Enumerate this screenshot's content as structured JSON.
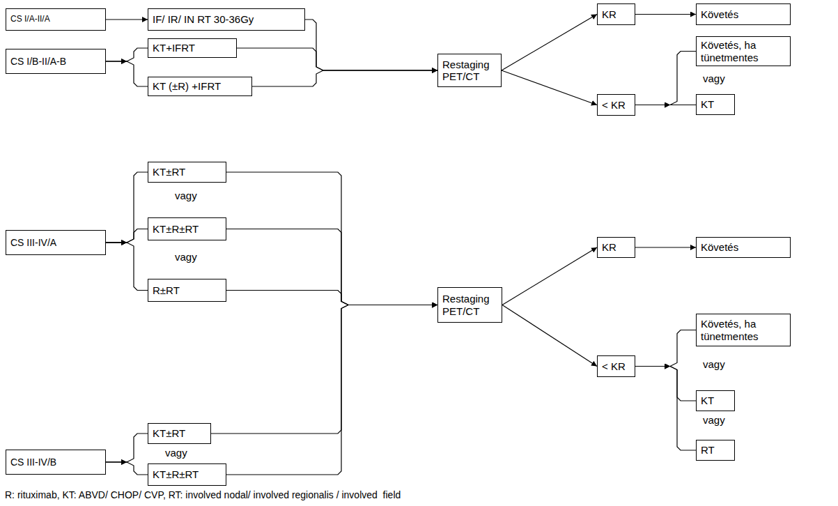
{
  "diagram": {
    "nodes": [
      {
        "text": [
          "CS I/A-II/A"
        ]
      },
      {
        "text": [
          "IF/ IR/ IN RT 30-36Gy"
        ]
      },
      {
        "text": [
          "KR"
        ]
      },
      {
        "text": [
          "Követés"
        ]
      },
      {
        "text": [
          "CS I/B-II/A-B"
        ]
      },
      {
        "text": [
          "KT+IFRT"
        ]
      },
      {
        "text": [
          "KT (±R) +IFRT"
        ]
      },
      {
        "text": [
          "Restaging PET/CT"
        ]
      },
      {
        "text": [
          "< KR"
        ]
      },
      {
        "text": [
          "Követés, ha tünetmentes"
        ]
      },
      {
        "text": [
          "KT"
        ]
      },
      {
        "text": [
          "KT±RT"
        ]
      },
      {
        "text": [
          "KT±R±RT"
        ]
      },
      {
        "text": [
          "CS III-IV/A"
        ]
      },
      {
        "text": [
          "R±RT"
        ]
      },
      {
        "text": [
          "KR"
        ]
      },
      {
        "text": [
          "Követés"
        ]
      },
      {
        "text": [
          "Restaging PET/CT"
        ]
      },
      {
        "text": [
          "< KR"
        ]
      },
      {
        "text": [
          "Követés, ha tünetmentes"
        ]
      },
      {
        "text": [
          "KT"
        ]
      },
      {
        "text": [
          "RT"
        ]
      },
      {
        "text": [
          "KT±RT"
        ]
      },
      {
        "text": [
          "CS III-IV/B"
        ]
      },
      {
        "text": [
          "KT±R±RT"
        ]
      }
    ],
    "edges": [
      {
        "from": 0,
        "to": 1,
        "arrow": "to"
      },
      {
        "from": 4,
        "to": 5,
        "arrow": "to"
      },
      {
        "from": 4,
        "to": 6,
        "arrow": "to"
      },
      {
        "from": 1,
        "to": 7,
        "arrow": "to"
      },
      {
        "from": 5,
        "to": 7,
        "arrow": "to"
      },
      {
        "from": 6,
        "to": 7,
        "arrow": "to"
      },
      {
        "from": 7,
        "to": 2,
        "arrow": "to"
      },
      {
        "from": 7,
        "to": 8,
        "arrow": "to"
      },
      {
        "from": 2,
        "to": 3,
        "arrow": "to"
      },
      {
        "from": 8,
        "to": 9,
        "arrow": "to"
      },
      {
        "from": 8,
        "to": 10,
        "arrow": "to"
      },
      {
        "from": 13,
        "to": 11,
        "arrow": "to"
      },
      {
        "from": 13,
        "to": 12,
        "arrow": "to"
      },
      {
        "from": 13,
        "to": 14,
        "arrow": "to"
      },
      {
        "from": 23,
        "to": 22,
        "arrow": "to"
      },
      {
        "from": 23,
        "to": 24,
        "arrow": "to"
      },
      {
        "from": 11,
        "to": 17,
        "arrow": "to"
      },
      {
        "from": 12,
        "to": 17,
        "arrow": "to"
      },
      {
        "from": 14,
        "to": 17,
        "arrow": "to"
      },
      {
        "from": 22,
        "to": 17,
        "arrow": "to"
      },
      {
        "from": 24,
        "to": 17,
        "arrow": "to"
      },
      {
        "from": 17,
        "to": 15,
        "arrow": "to"
      },
      {
        "from": 17,
        "to": 18,
        "arrow": "to"
      },
      {
        "from": 15,
        "to": 16,
        "arrow": "to"
      },
      {
        "from": 18,
        "to": 19,
        "arrow": "to"
      },
      {
        "from": 18,
        "to": 20,
        "arrow": "to"
      },
      {
        "from": 18,
        "to": 21,
        "arrow": "to"
      }
    ],
    "labels": [
      "vagy",
      "vagy",
      "vagy",
      "vagy",
      "vagy",
      "vagy",
      "R: rituximab, KT: ABVD/ CHOP/ CVP, RT: involved nodal/ involved regionalis / involved  field"
    ]
  }
}
